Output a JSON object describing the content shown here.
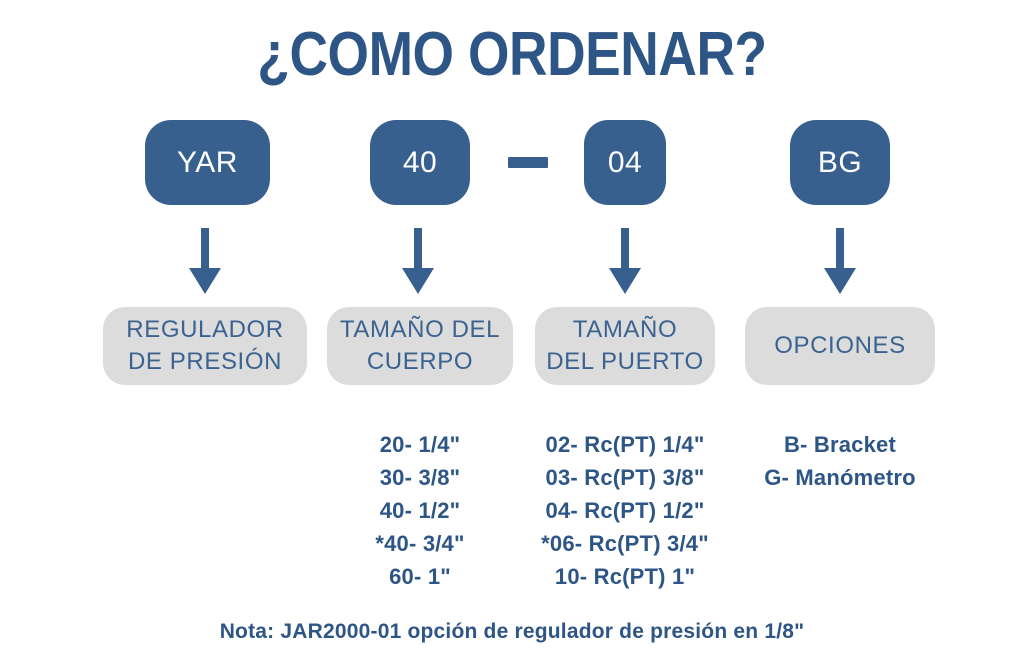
{
  "title": "¿COMO ORDENAR?",
  "colors": {
    "blue": "#38608f",
    "text_blue": "#2d5585",
    "label_blue": "#3b6391",
    "grey": "#dcdcdc",
    "white": "#ffffff"
  },
  "code_boxes": [
    {
      "id": "regulator",
      "code": "YAR"
    },
    {
      "id": "body_size",
      "code": "40"
    },
    {
      "id": "port_size",
      "code": "04"
    },
    {
      "id": "options",
      "code": "BG"
    }
  ],
  "separator": "-",
  "labels": [
    {
      "id": "regulator",
      "line1": "REGULADOR",
      "line2": "DE PRESIÓN"
    },
    {
      "id": "body_size",
      "line1": "TAMAÑO DEL",
      "line2": "CUERPO"
    },
    {
      "id": "port_size",
      "line1": "TAMAÑO",
      "line2": "DEL PUERTO"
    },
    {
      "id": "options",
      "line1": "OPCIONES",
      "line2": ""
    }
  ],
  "lists": {
    "body_size": [
      "20- 1/4\"",
      "30- 3/8\"",
      "40- 1/2\"",
      "*40- 3/4\"",
      "60- 1\""
    ],
    "port_size": [
      "02- Rc(PT) 1/4\"",
      "03- Rc(PT) 3/8\"",
      "04- Rc(PT) 1/2\"",
      "*06- Rc(PT) 3/4\"",
      "10- Rc(PT) 1\""
    ],
    "options": [
      "B- Bracket",
      "G- Manómetro"
    ]
  },
  "note": "Nota: JAR2000-01 opción de regulador de presión en 1/8\""
}
